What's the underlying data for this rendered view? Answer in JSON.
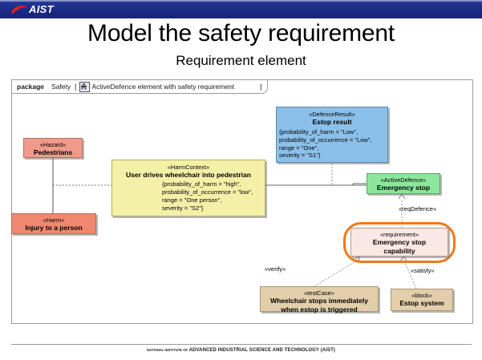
{
  "header": {
    "logo_text": "AIST",
    "logo_icon": "aist-swoosh-icon"
  },
  "title": "Model the safety requirement",
  "subtitle": "Requirement element",
  "diagram": {
    "frame": {
      "keyword": "package",
      "package_name": "Safety",
      "bracket_open": "[",
      "icon": "package-diagram-icon",
      "diagram_name": "ActiveDefence element with safety requirement",
      "bracket_close": "]"
    },
    "nodes": {
      "defence_result": {
        "stereotype": "«DefenceResult»",
        "name": "Estop result",
        "properties": "{probability_of_harm = \"Low\",\nprobability_of_occurrence = \"Low\",\nrange = \"One\",\nseverity = \"S1\"}",
        "color": "#8bc0ea"
      },
      "hazard": {
        "stereotype": "«Hazard»",
        "name": "Pedestrians",
        "color": "#ef9a8a"
      },
      "harm": {
        "stereotype": "«Harm»",
        "name": "Injury to a person",
        "color": "#f08870"
      },
      "harm_context": {
        "stereotype": "«HarmContext»",
        "name": "User drives wheelchair into pedestrian",
        "properties": "{probability_of_harm = \"high\",\nprobability_of_occurrence = \"low\",\nrange = \"One person\",\nseverity = \"S2\"}",
        "color": "#f4f0a8"
      },
      "active_defence": {
        "stereotype": "«ActiveDefence»",
        "name": "Emergency stop",
        "color": "#8ce79a"
      },
      "requirement": {
        "stereotype": "«requirement»",
        "name": "Emergency stop\ncapability",
        "color": "#fbe8e4",
        "highlight_color": "#f07818"
      },
      "test_case": {
        "stereotype": "«testCase»",
        "name": "Wheelchair stops immediately\nwhen estop is triggered",
        "color": "#e2ceaa"
      },
      "block": {
        "stereotype": "«block»",
        "name": "Estop system",
        "color": "#e2ceaa"
      }
    },
    "edge_labels": {
      "req_defence": "«reqDefence»",
      "verify": "«verify»",
      "satisfy": "«satisfy»"
    }
  },
  "footer": {
    "prefix": "NATIONAL INSTITUTE OF",
    "text": "ADVANCED INDUSTRIAL SCIENCE AND TECHNOLOGY (AIST)"
  }
}
